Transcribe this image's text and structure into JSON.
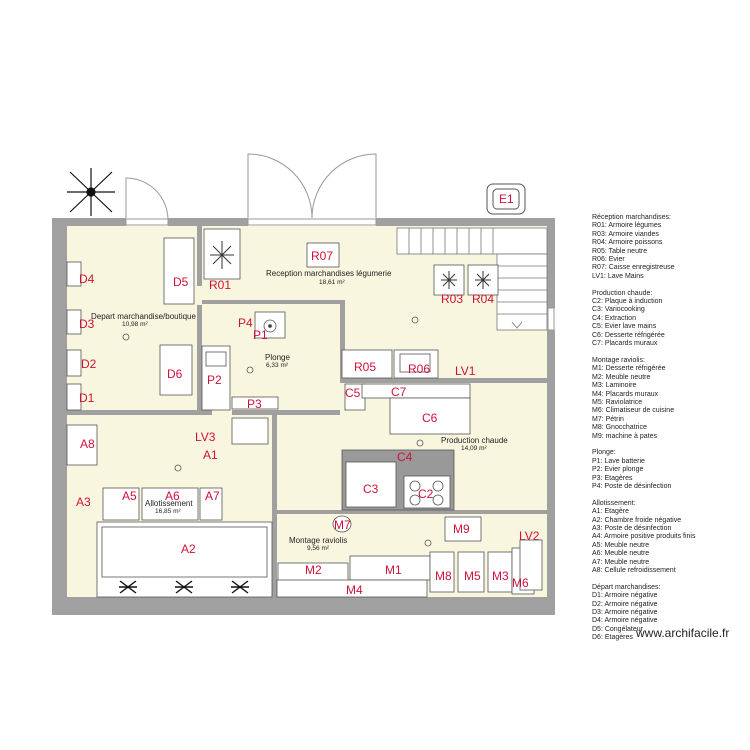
{
  "rooms": [
    {
      "id": "reception",
      "name": "Reception marchandises légumerie",
      "area": "18,61 m²"
    },
    {
      "id": "depart",
      "name": "Depart marchandise/boutique",
      "area": "10,98 m²"
    },
    {
      "id": "plonge",
      "name": "Plonge",
      "area": "6,33 m²"
    },
    {
      "id": "production",
      "name": "Production chaude",
      "area": "14,09 m²"
    },
    {
      "id": "allotissement",
      "name": "Allotissement",
      "area": "16,85 m²"
    },
    {
      "id": "montage",
      "name": "Montage raviolis",
      "area": "9,56 m²"
    }
  ],
  "codes": {
    "E1": "E1",
    "R07": "R07",
    "R01": "R01",
    "R03": "R03",
    "R04": "R04",
    "R05": "R05",
    "R06": "R06",
    "LV1": "LV1",
    "D4": "D4",
    "D5": "D5",
    "D3": "D3",
    "D2": "D2",
    "D1": "D1",
    "D6": "D6",
    "P4": "P4",
    "P1": "P1",
    "P2": "P2",
    "P3": "P3",
    "C5": "C5",
    "C7": "C7",
    "C6": "C6",
    "C4": "C4",
    "C3": "C3",
    "C2": "C2",
    "A8": "A8",
    "LV3": "LV3",
    "A1": "A1",
    "A3": "A3",
    "A5": "A5",
    "A6": "A6",
    "A7": "A7",
    "A2": "A2",
    "M7": "M7",
    "M9": "M9",
    "LV2": "LV2",
    "M2": "M2",
    "M1": "M1",
    "M8": "M8",
    "M5": "M5",
    "M3": "M3",
    "M6": "M6",
    "M4": "M4"
  },
  "legend": [
    {
      "title": "Réception marchandises:",
      "items": [
        "R01: Armoire légumes",
        "R03: Armoire viandes",
        "R04: Armoire poissons",
        "R05: Table neutre",
        "R06: Evier",
        "R07: Caisse enregistreuse",
        "LV1: Lave Mains"
      ]
    },
    {
      "title": "Production chaude:",
      "items": [
        "C2: Plaque à induction",
        "C3: Variocooking",
        "C4: Extraction",
        "C5: Evier lave mains",
        "C6: Desserte réfrigérée",
        "C7: Placards muraux"
      ]
    },
    {
      "title": "Montage raviolis:",
      "items": [
        "M1: Desserte réfrigérée",
        "M2: Meuble neutre",
        "M3: Laminoire",
        "M4: Placards muraux",
        "M5: Raviolatrice",
        "M6: Climatiseur de cuisine",
        "M7: Pétrin",
        "M8: Gnocchatrice",
        "M9: machine à pates"
      ]
    },
    {
      "title": "Plonge:",
      "items": [
        "P1: Lave batterie",
        "P2: Evier plonge",
        "P3: Etagères",
        "P4: Poste de désinfection"
      ]
    },
    {
      "title": "Allotissement:",
      "items": [
        "A1: Etagère",
        "A2: Chambre froide négative",
        "A3: Poste de désinfection",
        "A4: Armoire positive produits finis",
        "A5: Meuble neutre",
        "A6: Meuble neutre",
        "A7: Meuble neutre",
        "A8: Cellule refroidissement"
      ]
    },
    {
      "title": "Départ marchandises:",
      "items": [
        "D1: Armoire négative",
        "D2: Armoire négative",
        "D3: Armoire négative",
        "D4: Armoire négative",
        "D5: Congélateur",
        "D6: Etagères"
      ]
    }
  ],
  "watermark": "www.archifacile.fr",
  "colors": {
    "room_fill": "#f8f6df",
    "wall": "#9a9a9a",
    "code": "#d0103a",
    "furniture": "#ffffff",
    "furniture_stroke": "#555555"
  }
}
